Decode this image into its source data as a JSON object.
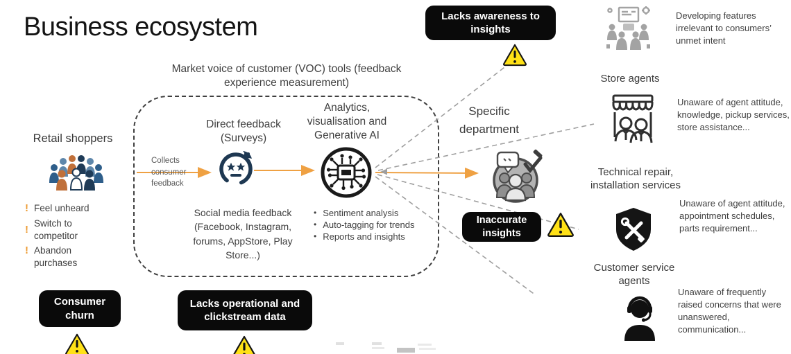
{
  "title": "Business ecosystem",
  "colors": {
    "accent_orange": "#EFA143",
    "warning_yellow": "#FFE117",
    "risk_box_black": "#0A0A0A",
    "navy_icon": "#1E3852",
    "gray_line": "#9E9E9E",
    "text_gray": "#3F3F3F"
  },
  "voc_label": "Market voice of customer (VOC) tools (feedback experience measurement)",
  "retail": {
    "heading": "Retail shoppers",
    "pain_bullet": "!",
    "pains": [
      "Feel unheard",
      "Switch to competitor",
      "Abandon purchases"
    ]
  },
  "collect_label": "Collects consumer feedback",
  "direct_feedback_label": "Direct feedback (Surveys)",
  "analytics_label": "Analytics, visualisation and Generative AI",
  "bullet_glyph": "•",
  "analytics_bullets": [
    "Sentiment analysis",
    "Auto-tagging for trends",
    "Reports and insights"
  ],
  "social_label": "Social media feedback (Facebook, Instagram, forums, AppStore, Play Store...)",
  "department_label": "Specific department",
  "risks": {
    "awareness": "Lacks awareness to insights",
    "inaccurate": "Inaccurate insights",
    "churn": "Consumer churn",
    "operational": "Lacks operational and clickstream data"
  },
  "right_column": [
    {
      "heading": "",
      "text": "Developing features irrelevant to consumers’ unmet intent"
    },
    {
      "heading": "Store agents",
      "text": "Unaware of agent attitude, knowledge, pickup services, store assistance..."
    },
    {
      "heading": "Technical repair, installation services",
      "text": "Unaware of agent attitude, appointment schedules, parts requirement..."
    },
    {
      "heading": "Customer service agents",
      "text": "Unaware of frequently raised concerns that were unanswered, communication..."
    }
  ],
  "icons": {
    "shoppers": "people-group",
    "survey": "feedback-stars-circle",
    "ai": "ai-chip-circle",
    "department": "team-discussion",
    "product_team": "collaboration-meeting",
    "store": "storefront-with-agents",
    "repair": "shield-with-tools",
    "support": "headset-agent",
    "warning": "warning-triangle"
  }
}
